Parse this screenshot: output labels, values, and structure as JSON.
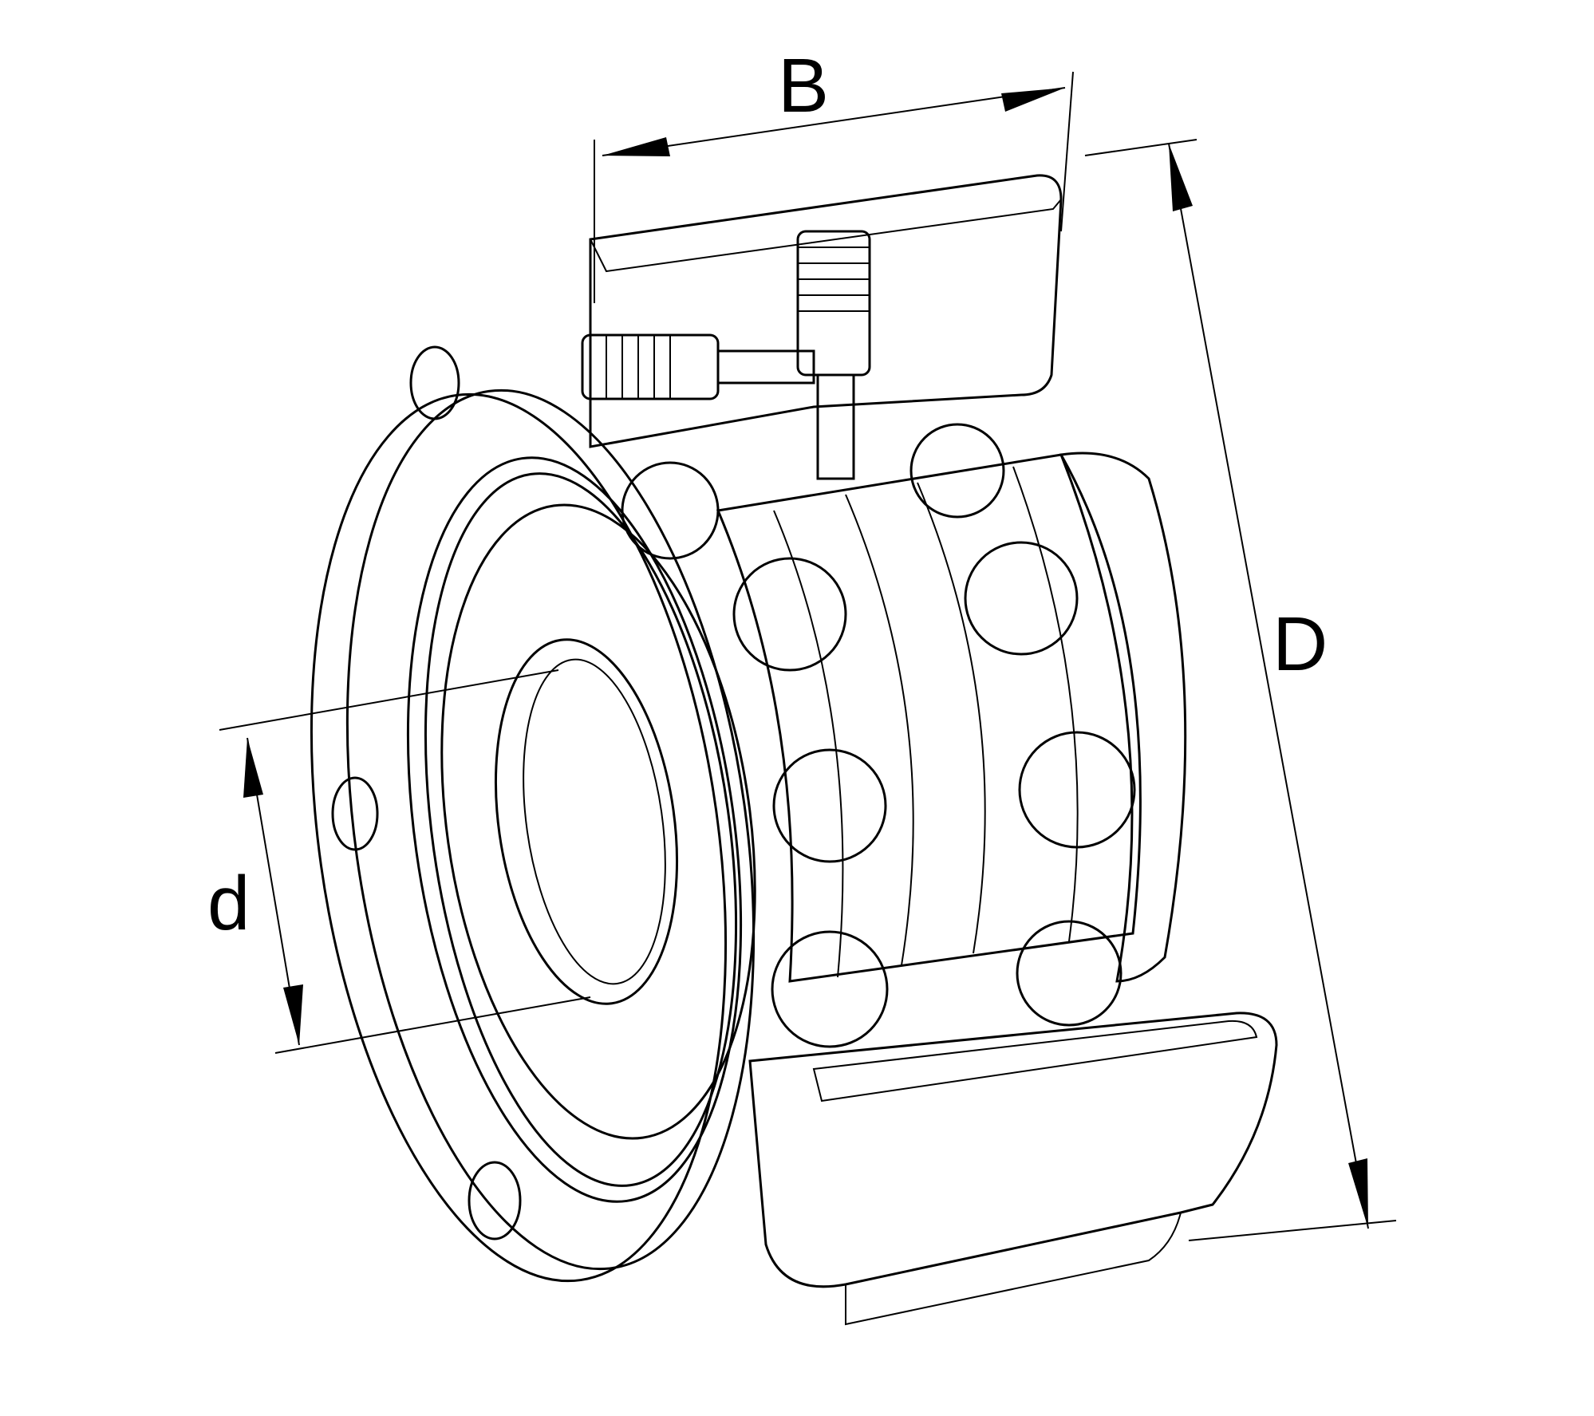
{
  "dimensions": {
    "width_label": "B",
    "outer_diameter_label": "D",
    "bore_diameter_label": "d"
  },
  "colors": {
    "line": "#000000",
    "steel_light": "#e6e6e6",
    "steel_mid": "#bdbdbd",
    "steel_dark": "#3a3a3a",
    "background": "#ffffff"
  },
  "icons": {
    "grease-nipple": "threaded-fitting",
    "flange-hole": "bolt-hole"
  }
}
